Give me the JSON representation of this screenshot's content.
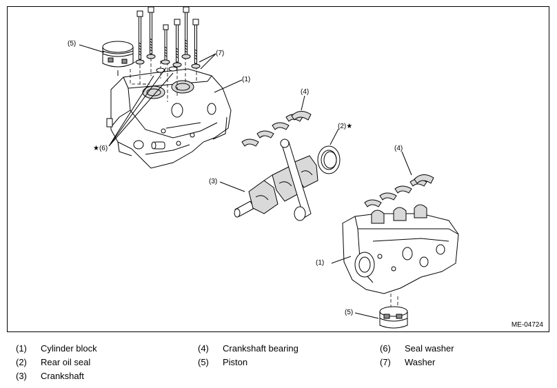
{
  "callouts": {
    "piston_top": "(5)",
    "washer_top": "(7)",
    "block_top": "(1)",
    "bearing_top": "(4)",
    "seal_washer": "★(6)",
    "rear_oil_seal": "(2)★",
    "crankshaft": "(3)",
    "bearing_bottom": "(4)",
    "block_bottom": "(1)",
    "piston_bottom": "(5)"
  },
  "reference_code": "ME-04724",
  "legend": [
    {
      "num": "(1)",
      "label": "Cylinder block"
    },
    {
      "num": "(2)",
      "label": "Rear oil seal"
    },
    {
      "num": "(3)",
      "label": "Crankshaft"
    },
    {
      "num": "(4)",
      "label": "Crankshaft bearing"
    },
    {
      "num": "(5)",
      "label": "Piston"
    },
    {
      "num": "(6)",
      "label": "Seal washer"
    },
    {
      "num": "(7)",
      "label": "Washer"
    }
  ]
}
